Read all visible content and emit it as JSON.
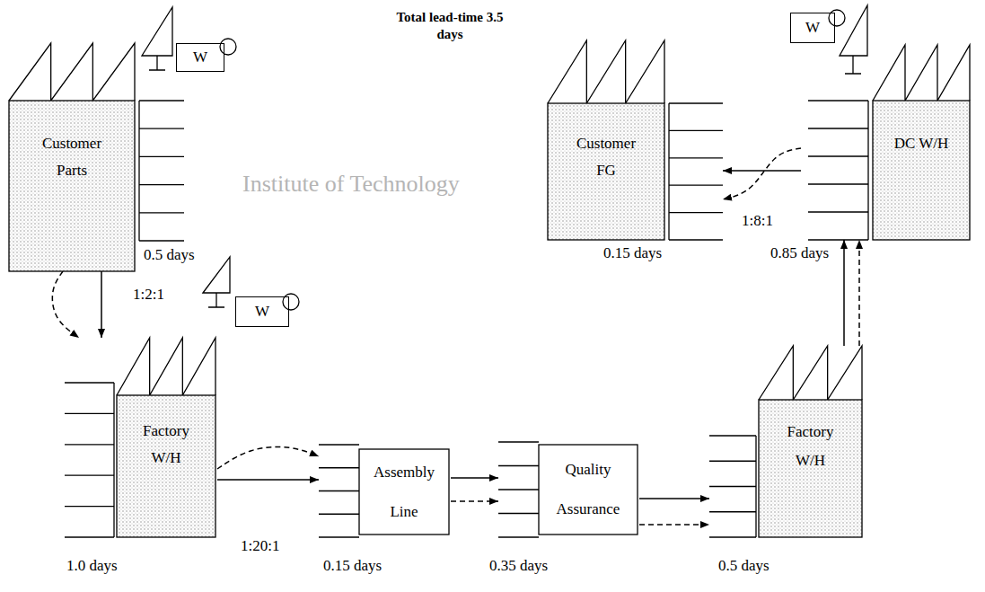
{
  "diagram": {
    "title": "Total lead-time 3.5 days",
    "nodes": [
      {
        "text": [
          "Customer Parts"
        ]
      },
      {
        "text": [
          "W"
        ]
      },
      {
        "text": [
          "Customer FG"
        ]
      },
      {
        "text": [
          "W"
        ]
      },
      {
        "text": [
          "DC W/H"
        ]
      },
      {
        "text": [
          "W"
        ]
      },
      {
        "text": [
          "Factory W/H"
        ]
      },
      {
        "text": [
          "Assembly Line"
        ]
      },
      {
        "text": [
          "Quality Assurance"
        ]
      },
      {
        "text": [
          "Factory W/H"
        ]
      }
    ],
    "edges": [
      {
        "from": 0,
        "to": 6,
        "arrow": "to"
      },
      {
        "from": 0,
        "to": 6,
        "arrow": "to"
      },
      {
        "from": 6,
        "to": 7,
        "arrow": "to"
      },
      {
        "from": 6,
        "to": 7,
        "arrow": "to"
      },
      {
        "from": 7,
        "to": 8,
        "arrow": "to"
      },
      {
        "from": 7,
        "to": 8,
        "arrow": "to"
      },
      {
        "from": 8,
        "to": 9,
        "arrow": "to"
      },
      {
        "from": 8,
        "to": 9,
        "arrow": "to"
      },
      {
        "from": 9,
        "to": 4,
        "arrow": "to"
      },
      {
        "from": 9,
        "to": 4,
        "arrow": "to"
      },
      {
        "from": 4,
        "to": 2,
        "arrow": "to"
      },
      {
        "from": 4,
        "to": 2,
        "arrow": "to"
      }
    ],
    "labels": [
      "0.5 days",
      "1:2:1",
      "Institute of Technology",
      "0.15 days",
      "1:8:1",
      "0.85 days",
      "1.0 days",
      "1:20:1",
      "0.15 days",
      "0.35 days",
      "0.5 days"
    ]
  }
}
